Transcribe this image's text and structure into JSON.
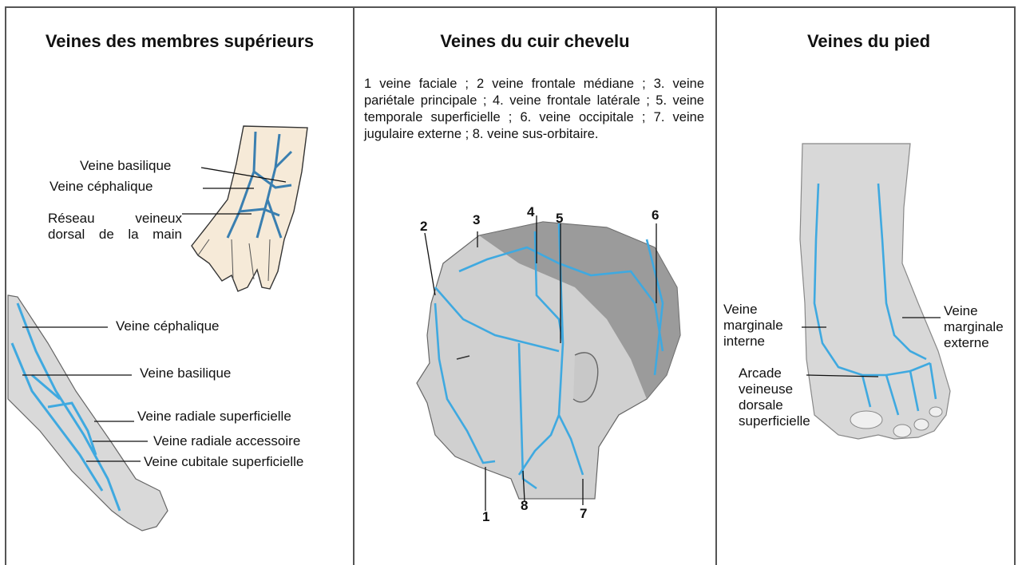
{
  "panels": {
    "upper": {
      "title": "Veines des membres supérieurs",
      "hand_labels": [
        "Veine basilique",
        "Veine céphalique",
        "Réseau veineux dorsal de la main"
      ],
      "arm_labels": [
        "Veine céphalique",
        "Veine basilique",
        "Veine radiale superficielle",
        "Veine radiale accessoire",
        "Veine cubitale superficielle"
      ]
    },
    "scalp": {
      "title": "Veines du cuir chevelu",
      "legend": "1 veine faciale ;  2 veine frontale médiane ; 3. veine pariétale principale ; 4. veine frontale latérale ; 5. veine temporale superficielle ; 6. veine occipitale ; 7. veine jugulaire externe ; 8. veine sus-orbitaire.",
      "numbers": [
        "1",
        "2",
        "3",
        "4",
        "5",
        "6",
        "7",
        "8"
      ]
    },
    "foot": {
      "title": "Veines du pied",
      "labels": [
        "Veine marginale interne",
        "Veine marginale externe",
        "Arcade veineuse dorsale superficielle"
      ]
    }
  },
  "colors": {
    "vein": "#3fa9e0",
    "skin": "#dcdcdc",
    "border": "#555555",
    "hand_skin": "#f6ead8"
  }
}
